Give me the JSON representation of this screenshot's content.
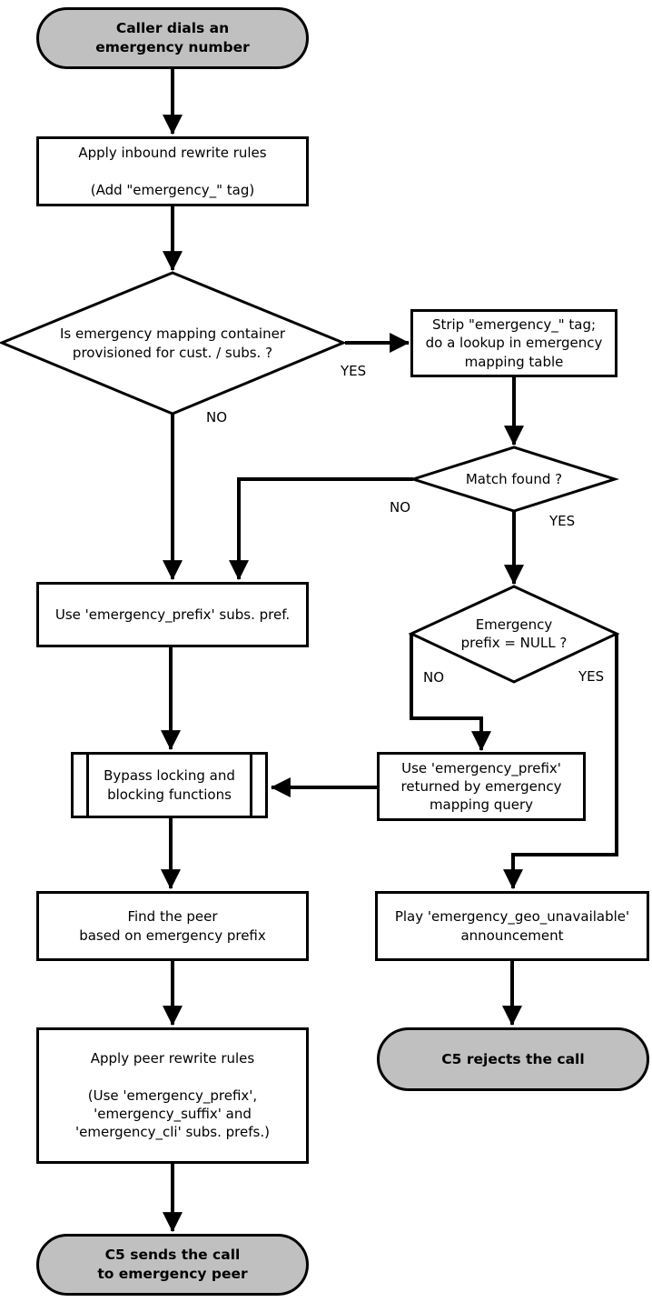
{
  "colors": {
    "terminal_fill": "#c0c0c0",
    "box_fill": "#ffffff",
    "stroke": "#000000"
  },
  "nodes": {
    "start": {
      "text": "Caller dials an\nemergency number"
    },
    "apply_inbound": {
      "text": "Apply inbound rewrite rules\n\n(Add \"emergency_\" tag)"
    },
    "mapping_provisioned": {
      "text": "Is emergency mapping container\nprovisioned for cust. / subs. ?"
    },
    "strip_tag": {
      "text": "Strip \"emergency_\" tag;\ndo a lookup in emergency\nmapping table"
    },
    "match_found": {
      "text": "Match found ?"
    },
    "prefix_null": {
      "text": "Emergency\nprefix = NULL ?"
    },
    "use_subs_prefix": {
      "text": "Use 'emergency_prefix' subs. pref."
    },
    "use_mapping_prefix": {
      "text": "Use 'emergency_prefix'\nreturned by emergency\nmapping query"
    },
    "bypass": {
      "text": "Bypass locking and\nblocking functions"
    },
    "find_peer": {
      "text": "Find the peer\nbased on emergency prefix"
    },
    "play_announcement": {
      "text": "Play 'emergency_geo_unavailable'\nannouncement"
    },
    "apply_peer_rules": {
      "text": "Apply peer rewrite rules\n\n(Use 'emergency_prefix',\n'emergency_suffix' and\n'emergency_cli' subs. prefs.)"
    },
    "reject": {
      "text": "C5 rejects the call"
    },
    "send": {
      "text": "C5 sends the call\nto emergency peer"
    }
  },
  "edge_labels": {
    "provisioned_yes": "YES",
    "provisioned_no": "NO",
    "match_no": "NO",
    "match_yes": "YES",
    "null_no": "NO",
    "null_yes": "YES"
  }
}
